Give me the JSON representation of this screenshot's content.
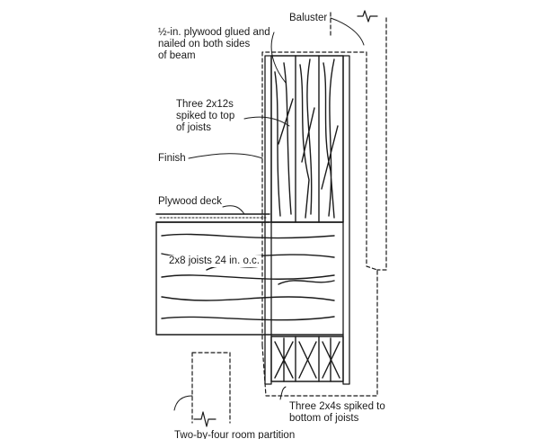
{
  "labels": {
    "baluster": "Baluster",
    "plywood_sides": [
      "½-in. plywood glued and",
      "nailed on both sides",
      "of beam"
    ],
    "three_2x12s": [
      "Three 2x12s",
      "spiked to top",
      "of joists"
    ],
    "finish": "Finish",
    "plywood_deck": "Plywood deck",
    "joists": "2x8 joists 24 in. o.c.",
    "three_2x4s": [
      "Three 2x4s spiked to",
      "bottom of joists"
    ],
    "partition": "Two-by-four room partition"
  },
  "colors": {
    "ink": "#1a1a1a",
    "paper": "#ffffff"
  }
}
